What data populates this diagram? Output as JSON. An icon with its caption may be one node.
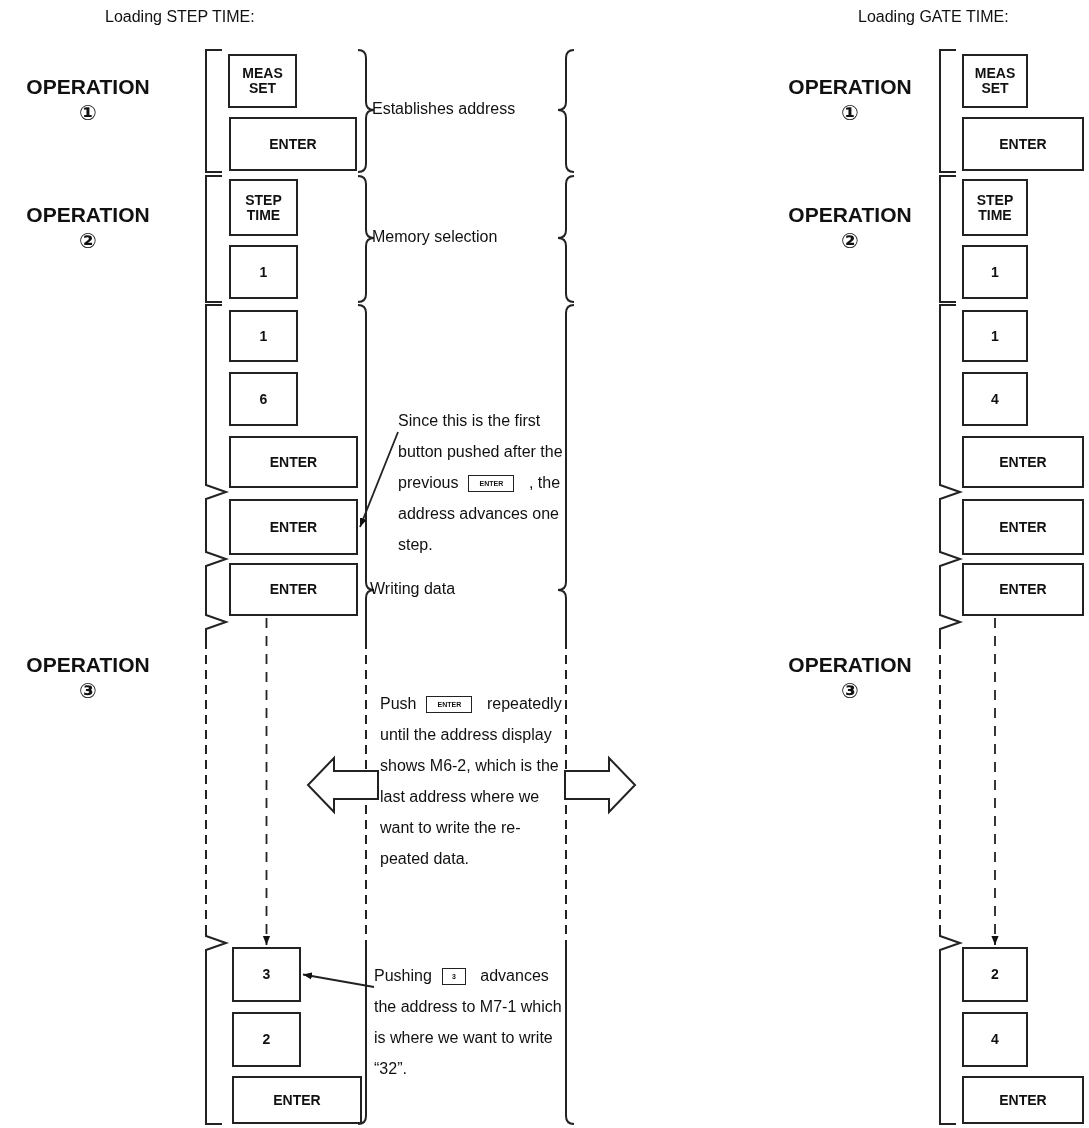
{
  "diagram": {
    "nodes": [
      {
        "text": [
          "MEAS SET"
        ]
      },
      {
        "text": [
          "ENTER"
        ]
      },
      {
        "text": [
          "STEP TIME"
        ]
      },
      {
        "text": [
          "1"
        ]
      },
      {
        "text": [
          "1"
        ]
      },
      {
        "text": [
          "6"
        ]
      },
      {
        "text": [
          "ENTER"
        ]
      },
      {
        "text": [
          "ENTER"
        ]
      },
      {
        "text": [
          "ENTER"
        ]
      },
      {
        "text": [
          "3"
        ]
      },
      {
        "text": [
          "2"
        ]
      },
      {
        "text": [
          "ENTER"
        ]
      },
      {
        "text": [
          "Since this is the first button pushed after the previous",
          "ENTER",
          ", the address advances one step."
        ]
      },
      {
        "text": [
          "Push",
          "ENTER",
          "repeatedly until the address display shows M6-2, which is the last address where we want to write the re- peated data."
        ]
      },
      {
        "text": [
          "Pushing",
          "3",
          "advances the address to M7-1 which is where we want to write “32”."
        ]
      },
      {
        "text": [
          "MEAS SET"
        ]
      },
      {
        "text": [
          "ENTER"
        ]
      },
      {
        "text": [
          "STEP TIME"
        ]
      },
      {
        "text": [
          "1"
        ]
      },
      {
        "text": [
          "1"
        ]
      },
      {
        "text": [
          "4"
        ]
      },
      {
        "text": [
          "ENTER"
        ]
      },
      {
        "text": [
          "ENTER"
        ]
      },
      {
        "text": [
          "ENTER"
        ]
      },
      {
        "text": [
          "2"
        ]
      },
      {
        "text": [
          "4"
        ]
      },
      {
        "text": [
          "ENTER"
        ]
      }
    ],
    "edges": [
      {
        "from": 12,
        "to": 7,
        "arrow": "to"
      },
      {
        "from": 8,
        "to": 9,
        "arrow": "to",
        "style": "dashed"
      },
      {
        "from": 14,
        "to": 9,
        "arrow": "to"
      },
      {
        "from": 13,
        "to": null,
        "arrow": "to"
      },
      {
        "from": 13,
        "to": null,
        "arrow": "to"
      },
      {
        "from": 23,
        "to": 24,
        "arrow": "to",
        "style": "dashed"
      }
    ],
    "labels": [
      "Loading STEP TIME:",
      "Loading GATE TIME:",
      "OPERATION ①",
      "Establishes address",
      "OPERATION ①",
      "OPERATION ②",
      "Memory selection",
      "OPERATION ②",
      "Writing data",
      "OPERATION ③",
      "OPERATION ③"
    ]
  }
}
